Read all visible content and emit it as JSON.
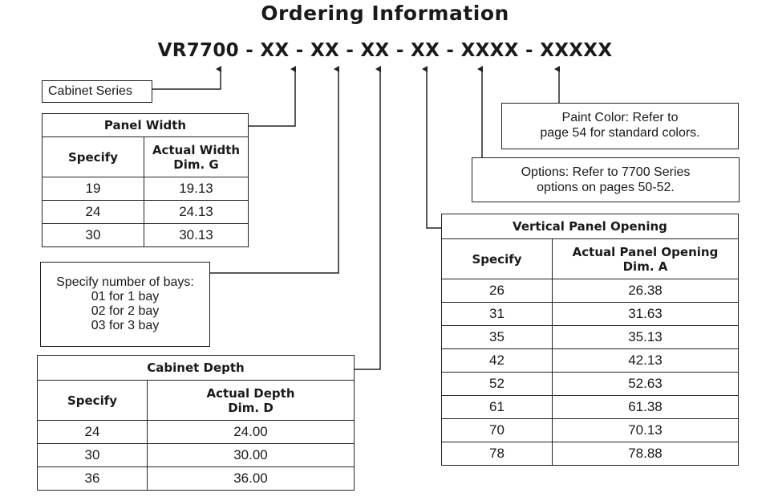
{
  "title": "Ordering Information",
  "model_code": [
    "VR7700",
    "XX",
    "XX",
    "XX",
    "XX",
    "XXXX",
    "XXXXX"
  ],
  "cabinet_series_label": "Cabinet Series",
  "paint_color_note": [
    "Paint Color:  Refer to",
    "page 54 for standard colors."
  ],
  "options_note": [
    "Options:  Refer to 7700 Series",
    "options on pages 50-52."
  ],
  "bays_note": [
    "Specify number of bays:",
    "01 for 1 bay",
    "02 for 2 bay",
    "03 for 3 bay"
  ],
  "panel_width": {
    "caption": "Panel Width",
    "col1": "Specify",
    "col2": [
      "Actual Width",
      "Dim. G"
    ],
    "rows": [
      [
        "19",
        "19.13"
      ],
      [
        "24",
        "24.13"
      ],
      [
        "30",
        "30.13"
      ]
    ]
  },
  "cabinet_depth": {
    "caption": "Cabinet Depth",
    "col1": "Specify",
    "col2": [
      "Actual Depth",
      "Dim. D"
    ],
    "rows": [
      [
        "24",
        "24.00"
      ],
      [
        "30",
        "30.00"
      ],
      [
        "36",
        "36.00"
      ]
    ]
  },
  "vertical_panel": {
    "caption": "Vertical Panel Opening",
    "col1": "Specify",
    "col2": [
      "Actual Panel Opening",
      "Dim. A"
    ],
    "rows": [
      [
        "26",
        "26.38"
      ],
      [
        "31",
        "31.63"
      ],
      [
        "35",
        "35.13"
      ],
      [
        "42",
        "42.13"
      ],
      [
        "52",
        "52.63"
      ],
      [
        "61",
        "61.38"
      ],
      [
        "70",
        "70.13"
      ],
      [
        "78",
        "78.88"
      ]
    ]
  }
}
